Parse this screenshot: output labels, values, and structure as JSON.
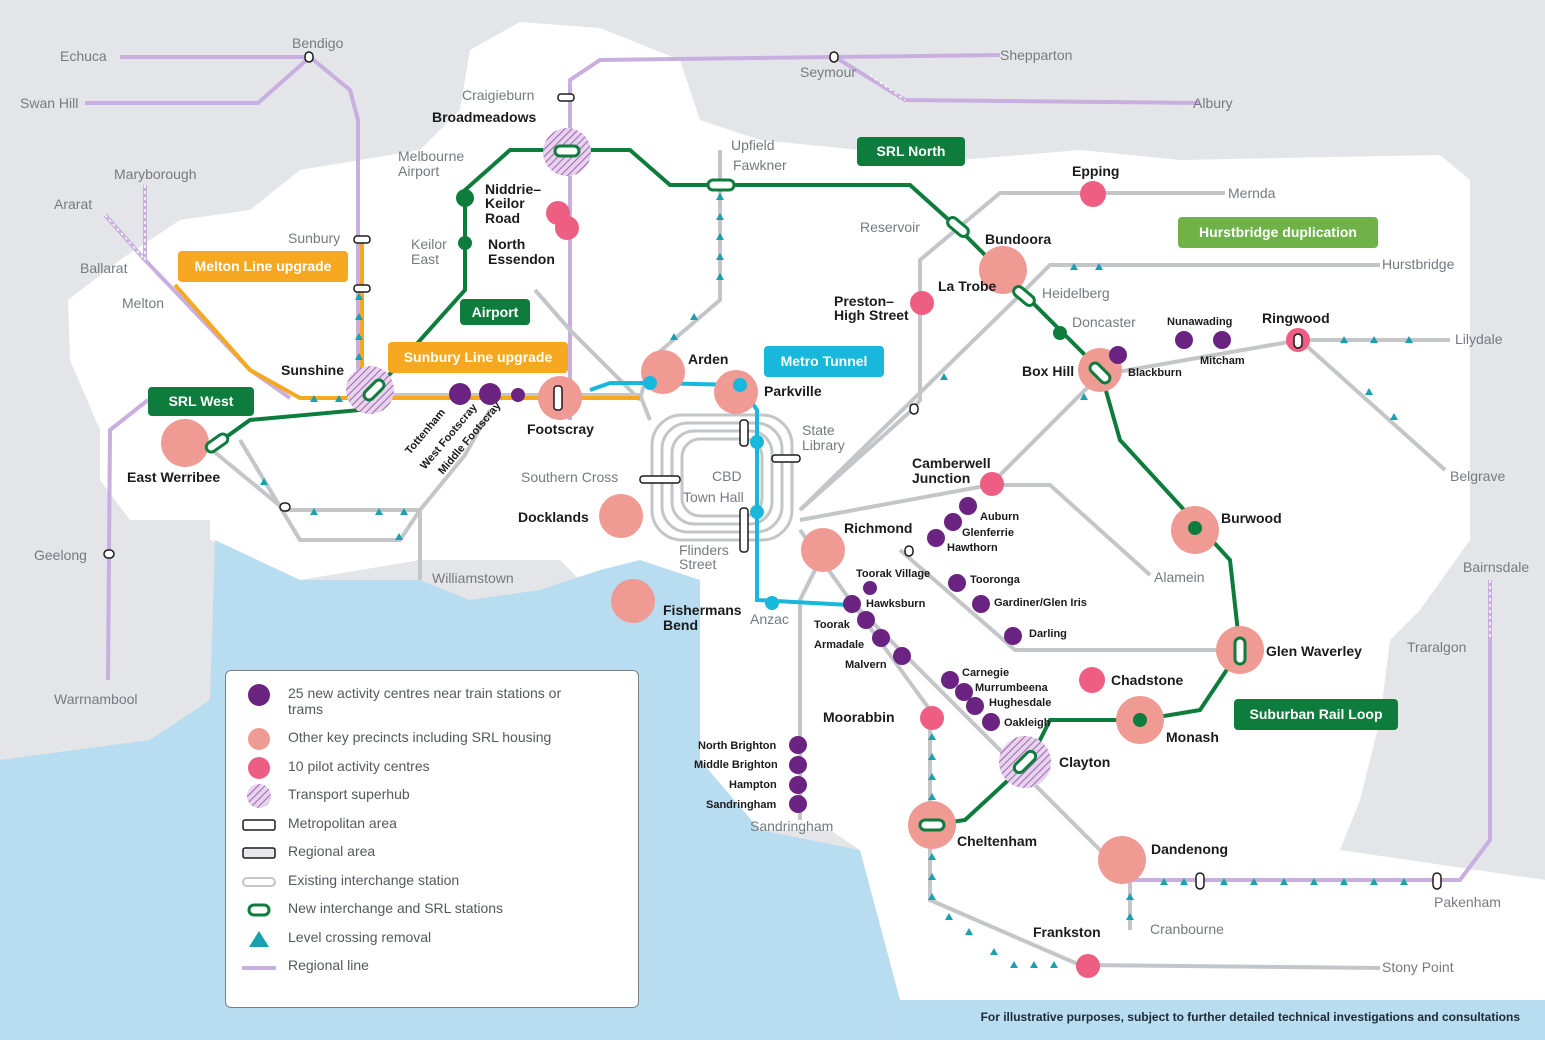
{
  "colors": {
    "green": "#0e7c3c",
    "blue": "#18b7dc",
    "orange": "#f6a821",
    "purple": "#8a3aa0",
    "grey": "#c3c5c9",
    "regional": "#c9aee0",
    "teal": "#1aa1ad",
    "pink": "#f09a94",
    "rose": "#ee5d82",
    "water": "#b8dcf0",
    "land": "#ffffff"
  },
  "tags": {
    "melton": "Melton Line upgrade",
    "sunbury": "Sunbury Line upgrade",
    "srl_west": "SRL West",
    "airport": "Airport",
    "srl_north": "SRL North",
    "metro_tunnel": "Metro Tunnel",
    "hurstbridge": "Hurstbridge duplication",
    "srl": "Suburban Rail Loop"
  },
  "labels": {
    "echuca": "Echuca",
    "bendigo": "Bendigo",
    "swan_hill": "Swan Hill",
    "seymour": "Seymour",
    "shepparton": "Shepparton",
    "albury": "Albury",
    "craigieburn": "Craigieburn",
    "broadmeadows": "Broadmeadows",
    "melbourne": "Melbourne",
    "airport_w": "Airport",
    "maryborough": "Maryborough",
    "ararat": "Ararat",
    "ballarat": "Ballarat",
    "melton": "Melton",
    "sunbury": "Sunbury",
    "keilor": "Keilor",
    "keilor2": "East",
    "niddrie": "Niddrie–",
    "niddrie2": "Keilor",
    "niddrie3": "Road",
    "north": "North",
    "north2": "Essendon",
    "upfield": "Upfield",
    "fawkner": "Fawkner",
    "epping": "Epping",
    "mernda": "Mernda",
    "reservoir": "Reservoir",
    "bundoora": "Bundoora",
    "la_trobe": "La Trobe",
    "preston": "Preston–",
    "preston2": "High Street",
    "heidelberg": "Heidelberg",
    "hurstbridge": "Hurstbridge",
    "doncaster": "Doncaster",
    "nunawading": "Nunawading",
    "ringwood": "Ringwood",
    "lilydale": "Lilydale",
    "mitcham": "Mitcham",
    "box_hill": "Box Hill",
    "blackburn": "Blackburn",
    "sunshine": "Sunshine",
    "arden": "Arden",
    "parkville": "Parkville",
    "tottenham": "Tottenham",
    "west_footscray": "West Footscray",
    "middle_footscray": "Middle Footscray",
    "footscray": "Footscray",
    "east_werribee": "East Werribee",
    "state": "State",
    "library": "Library",
    "cbd": "CBD",
    "town_hall": "Town Hall",
    "southern_cross": "Southern Cross",
    "camberwell": "Camberwell",
    "junction": "Junction",
    "auburn": "Auburn",
    "glenferrie": "Glenferrie",
    "hawthorn": "Hawthorn",
    "belgrave": "Belgrave",
    "burwood": "Burwood",
    "docklands": "Docklands",
    "richmond": "Richmond",
    "flinders": "Flinders",
    "street": "Street",
    "geelong": "Geelong",
    "williamstown": "Williamstown",
    "alamein": "Alamein",
    "toorak_village": "Toorak Village",
    "tooronga": "Tooronga",
    "hawksburn": "Hawksburn",
    "gardiner": "Gardiner/Glen Iris",
    "fishermans": "Fishermans",
    "bend": "Bend",
    "anzac": "Anzac",
    "toorak": "Toorak",
    "bairnsdale": "Bairnsdale",
    "darling": "Darling",
    "armadale": "Armadale",
    "malvern": "Malvern",
    "glen_waverley": "Glen Waverley",
    "traralgon": "Traralgon",
    "carnegie": "Carnegie",
    "chadstone": "Chadstone",
    "murrumbeena": "Murrumbeena",
    "hughesdale": "Hughesdale",
    "oakleigh": "Oakleigh",
    "warrnambool": "Warrnambool",
    "moorabbin": "Moorabbin",
    "monash": "Monash",
    "north_brighton": "North Brighton",
    "middle_brighton": "Middle Brighton",
    "hampton": "Hampton",
    "sandringham_s": "Sandringham",
    "clayton": "Clayton",
    "sandringham": "Sandringham",
    "cheltenham": "Cheltenham",
    "dandenong": "Dandenong",
    "pakenham": "Pakenham",
    "cranbourne": "Cranbourne",
    "frankston": "Frankston",
    "stony_point": "Stony Point"
  },
  "legend": [
    {
      "symbol": "purple-dot",
      "text": "25 new activity centres near train stations or trams"
    },
    {
      "symbol": "pink-dot",
      "text": "Other key precincts including SRL housing"
    },
    {
      "symbol": "rose-dot",
      "text": "10 pilot activity centres"
    },
    {
      "symbol": "hatched-circle",
      "text": "Transport superhub"
    },
    {
      "symbol": "metro-station",
      "text": "Metropolitan area"
    },
    {
      "symbol": "regional-station",
      "text": "Regional area"
    },
    {
      "symbol": "existing-interchange",
      "text": "Existing interchange station"
    },
    {
      "symbol": "new-interchange",
      "text": "New interchange and SRL stations"
    },
    {
      "symbol": "level-crossing-triangle",
      "text": "Level crossing removal"
    },
    {
      "symbol": "regional-line",
      "text": "Regional line"
    }
  ],
  "footnote": "For illustrative purposes, subject to further detailed technical investigations and consultations"
}
